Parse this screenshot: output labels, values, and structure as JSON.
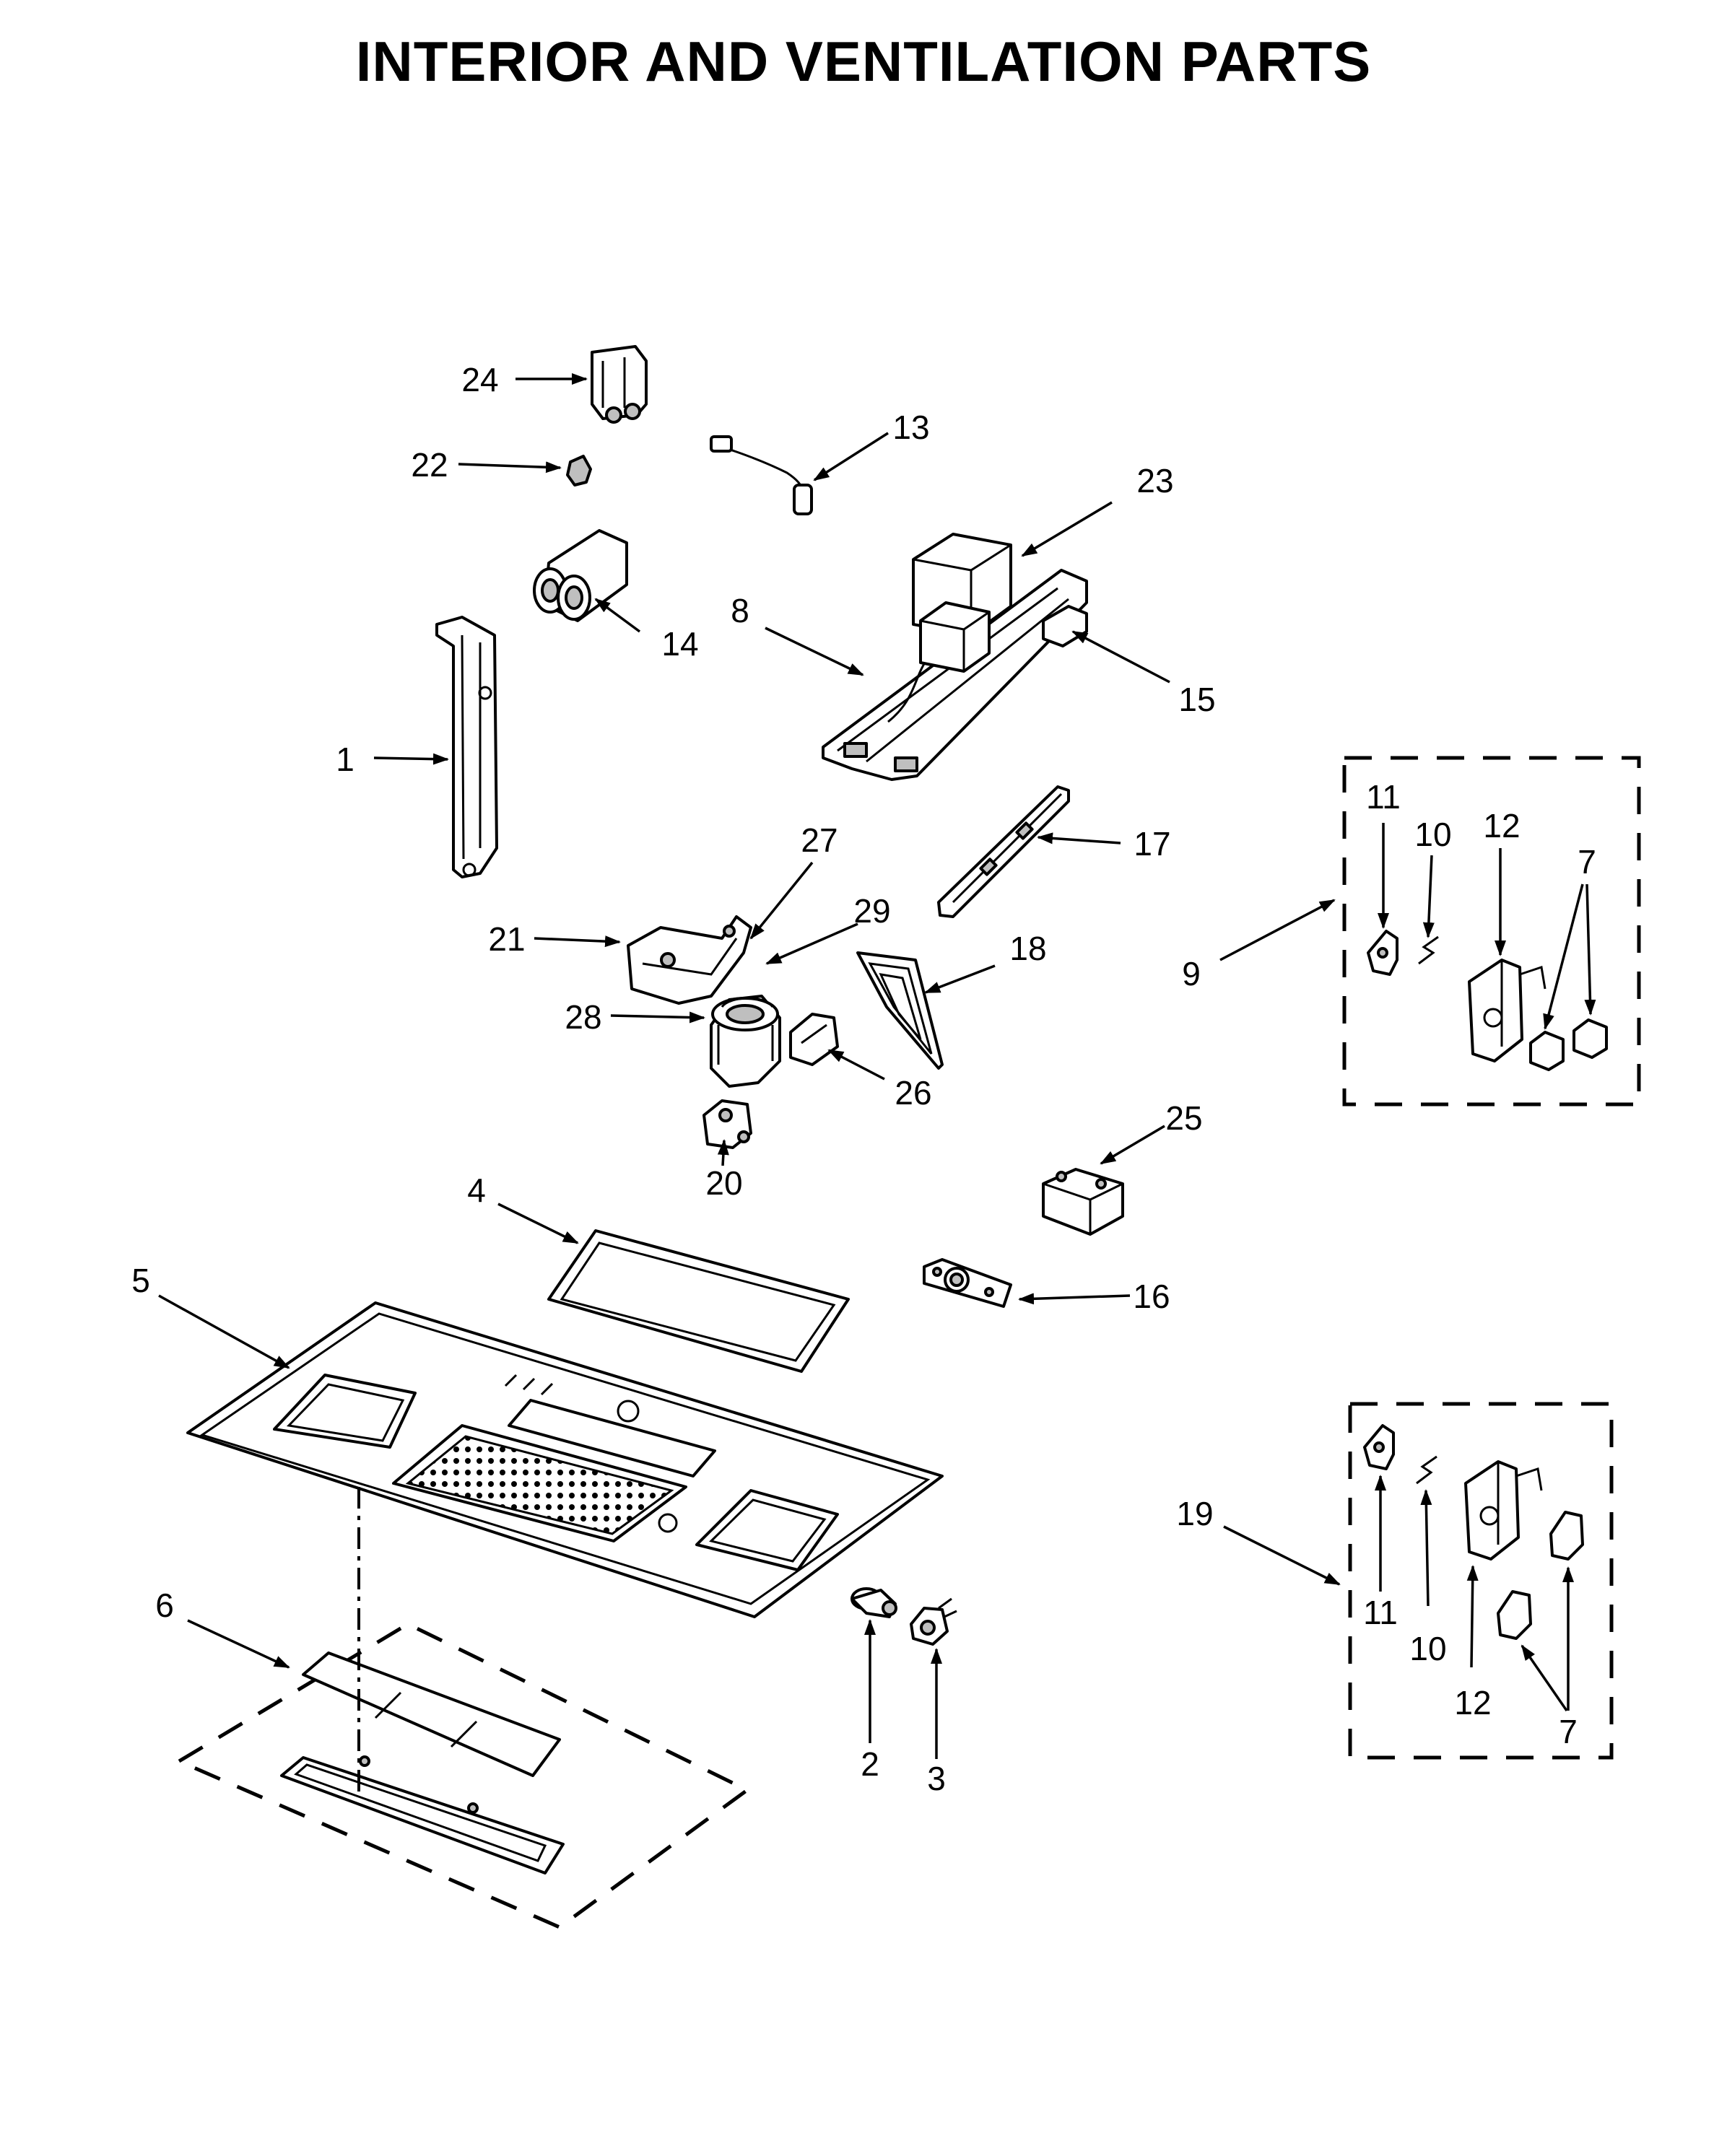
{
  "title": "INTERIOR AND VENTILATION PARTS",
  "callouts": [
    {
      "id": "c1",
      "label": "1"
    },
    {
      "id": "c2",
      "label": "2"
    },
    {
      "id": "c3",
      "label": "3"
    },
    {
      "id": "c4",
      "label": "4"
    },
    {
      "id": "c5",
      "label": "5"
    },
    {
      "id": "c6",
      "label": "6"
    },
    {
      "id": "c7a",
      "label": "7"
    },
    {
      "id": "c7b",
      "label": "7"
    },
    {
      "id": "c8",
      "label": "8"
    },
    {
      "id": "c9",
      "label": "9"
    },
    {
      "id": "c10a",
      "label": "10"
    },
    {
      "id": "c10b",
      "label": "10"
    },
    {
      "id": "c11a",
      "label": "11"
    },
    {
      "id": "c11b",
      "label": "11"
    },
    {
      "id": "c12a",
      "label": "12"
    },
    {
      "id": "c12b",
      "label": "12"
    },
    {
      "id": "c13",
      "label": "13"
    },
    {
      "id": "c14",
      "label": "14"
    },
    {
      "id": "c15",
      "label": "15"
    },
    {
      "id": "c16",
      "label": "16"
    },
    {
      "id": "c17",
      "label": "17"
    },
    {
      "id": "c18",
      "label": "18"
    },
    {
      "id": "c19",
      "label": "19"
    },
    {
      "id": "c20",
      "label": "20"
    },
    {
      "id": "c21",
      "label": "21"
    },
    {
      "id": "c22",
      "label": "22"
    },
    {
      "id": "c23",
      "label": "23"
    },
    {
      "id": "c24",
      "label": "24"
    },
    {
      "id": "c25",
      "label": "25"
    },
    {
      "id": "c26",
      "label": "26"
    },
    {
      "id": "c27",
      "label": "27"
    },
    {
      "id": "c28",
      "label": "28"
    },
    {
      "id": "c29",
      "label": "29"
    }
  ]
}
